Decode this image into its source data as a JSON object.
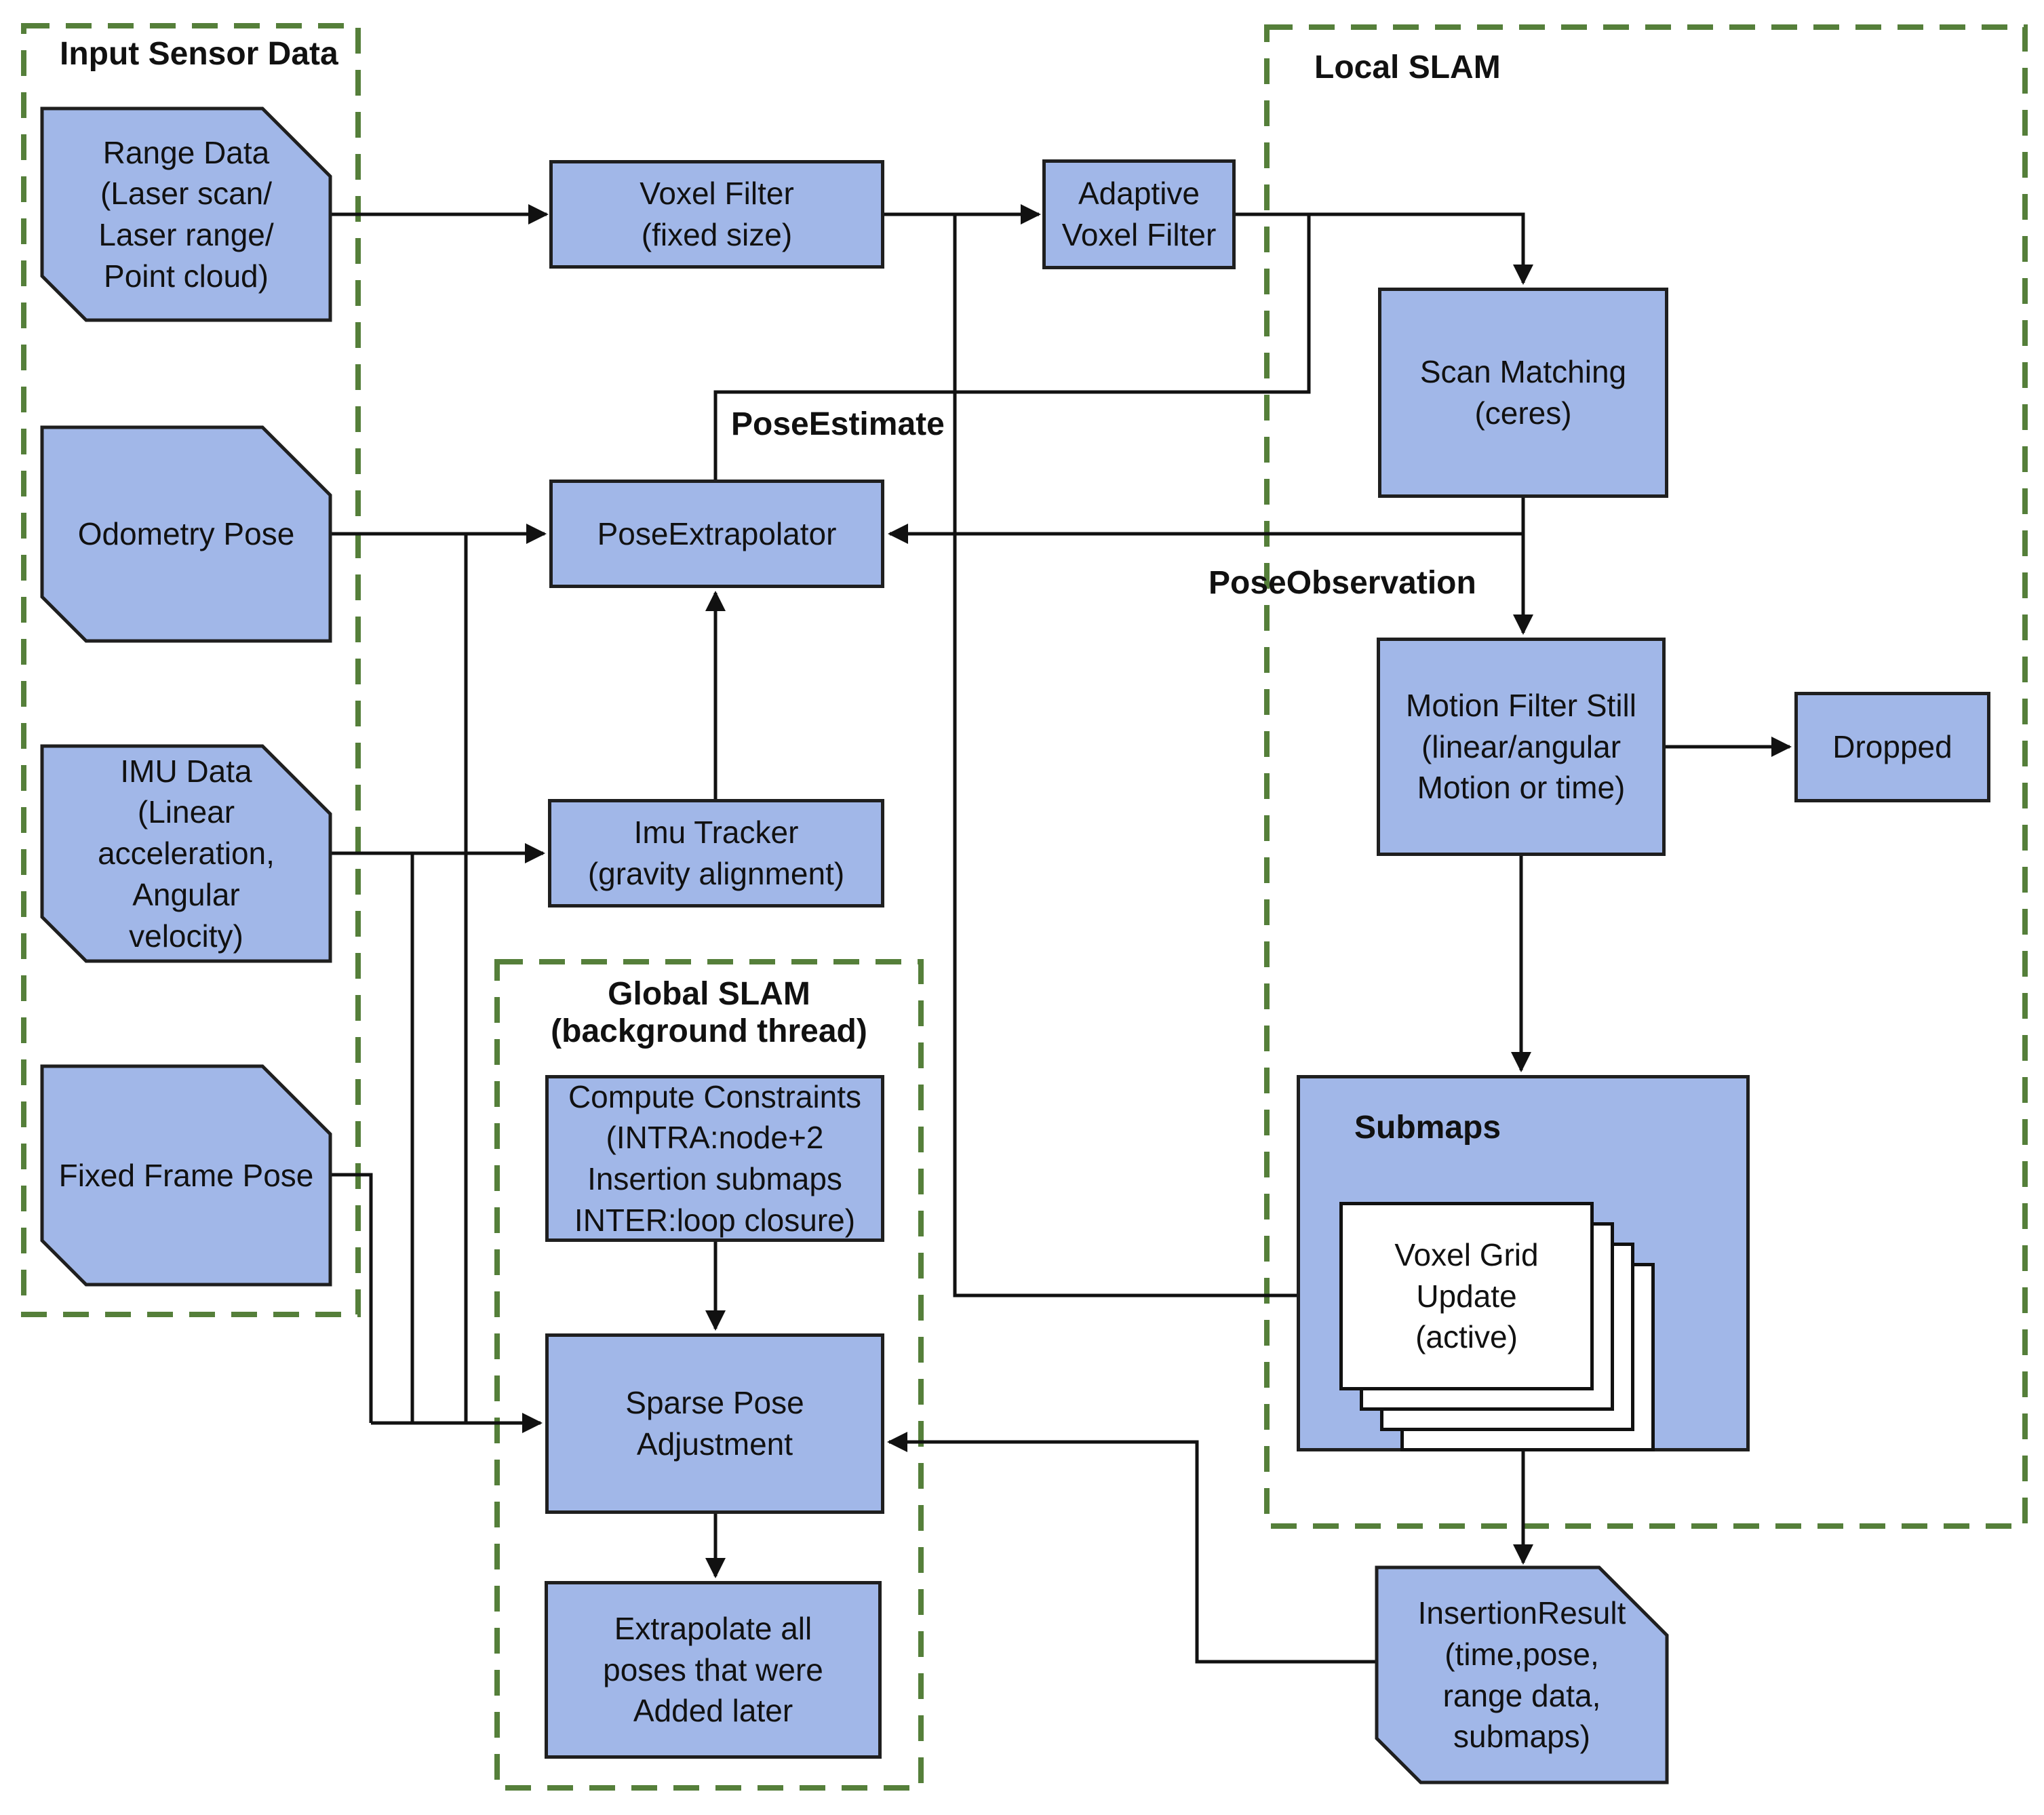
{
  "diagram": {
    "groups": {
      "input_sensor": {
        "title": "Input Sensor Data"
      },
      "local_slam": {
        "title": "Local SLAM"
      },
      "global_slam": {
        "title": "Global SLAM\n(background thread)"
      }
    },
    "nodes": {
      "range_data": {
        "label": "Range Data\n(Laser scan/\nLaser range/\nPoint cloud)"
      },
      "odometry_pose": {
        "label": "Odometry Pose"
      },
      "imu_data": {
        "label": "IMU Data\n(Linear\nacceleration,\nAngular\nvelocity)"
      },
      "fixed_frame_pose": {
        "label": "Fixed Frame Pose"
      },
      "voxel_filter": {
        "label": "Voxel Filter\n(fixed size)"
      },
      "adaptive_voxel_filter": {
        "label": "Adaptive\nVoxel Filter"
      },
      "pose_extrapolator": {
        "label": "PoseExtrapolator"
      },
      "imu_tracker": {
        "label": "Imu Tracker\n(gravity alignment)"
      },
      "scan_matching": {
        "label": "Scan Matching\n(ceres)"
      },
      "motion_filter": {
        "label": "Motion Filter Still\n(linear/angular\nMotion or time)"
      },
      "dropped": {
        "label": "Dropped"
      },
      "submaps": {
        "label": "Submaps"
      },
      "voxel_grid_update": {
        "label": "Voxel Grid\nUpdate\n(active)"
      },
      "compute_constraints": {
        "label": "Compute Constraints\n(INTRA:node+2\nInsertion submaps\nINTER:loop closure)"
      },
      "sparse_pose_adjustment": {
        "label": "Sparse Pose\nAdjustment"
      },
      "extrapolate_all": {
        "label": "Extrapolate all\nposes that were\nAdded later"
      },
      "insertion_result": {
        "label": "InsertionResult\n(time,pose,\nrange data,\nsubmaps)"
      }
    },
    "edge_labels": {
      "pose_estimate": "PoseEstimate",
      "pose_observation": "PoseObservation"
    },
    "colors": {
      "node_fill": "#a1b7e8",
      "node_border": "#1f1f1f",
      "group_dash_green": "#557f3a",
      "connector": "#111111",
      "card_fill": "#ffffff"
    }
  }
}
